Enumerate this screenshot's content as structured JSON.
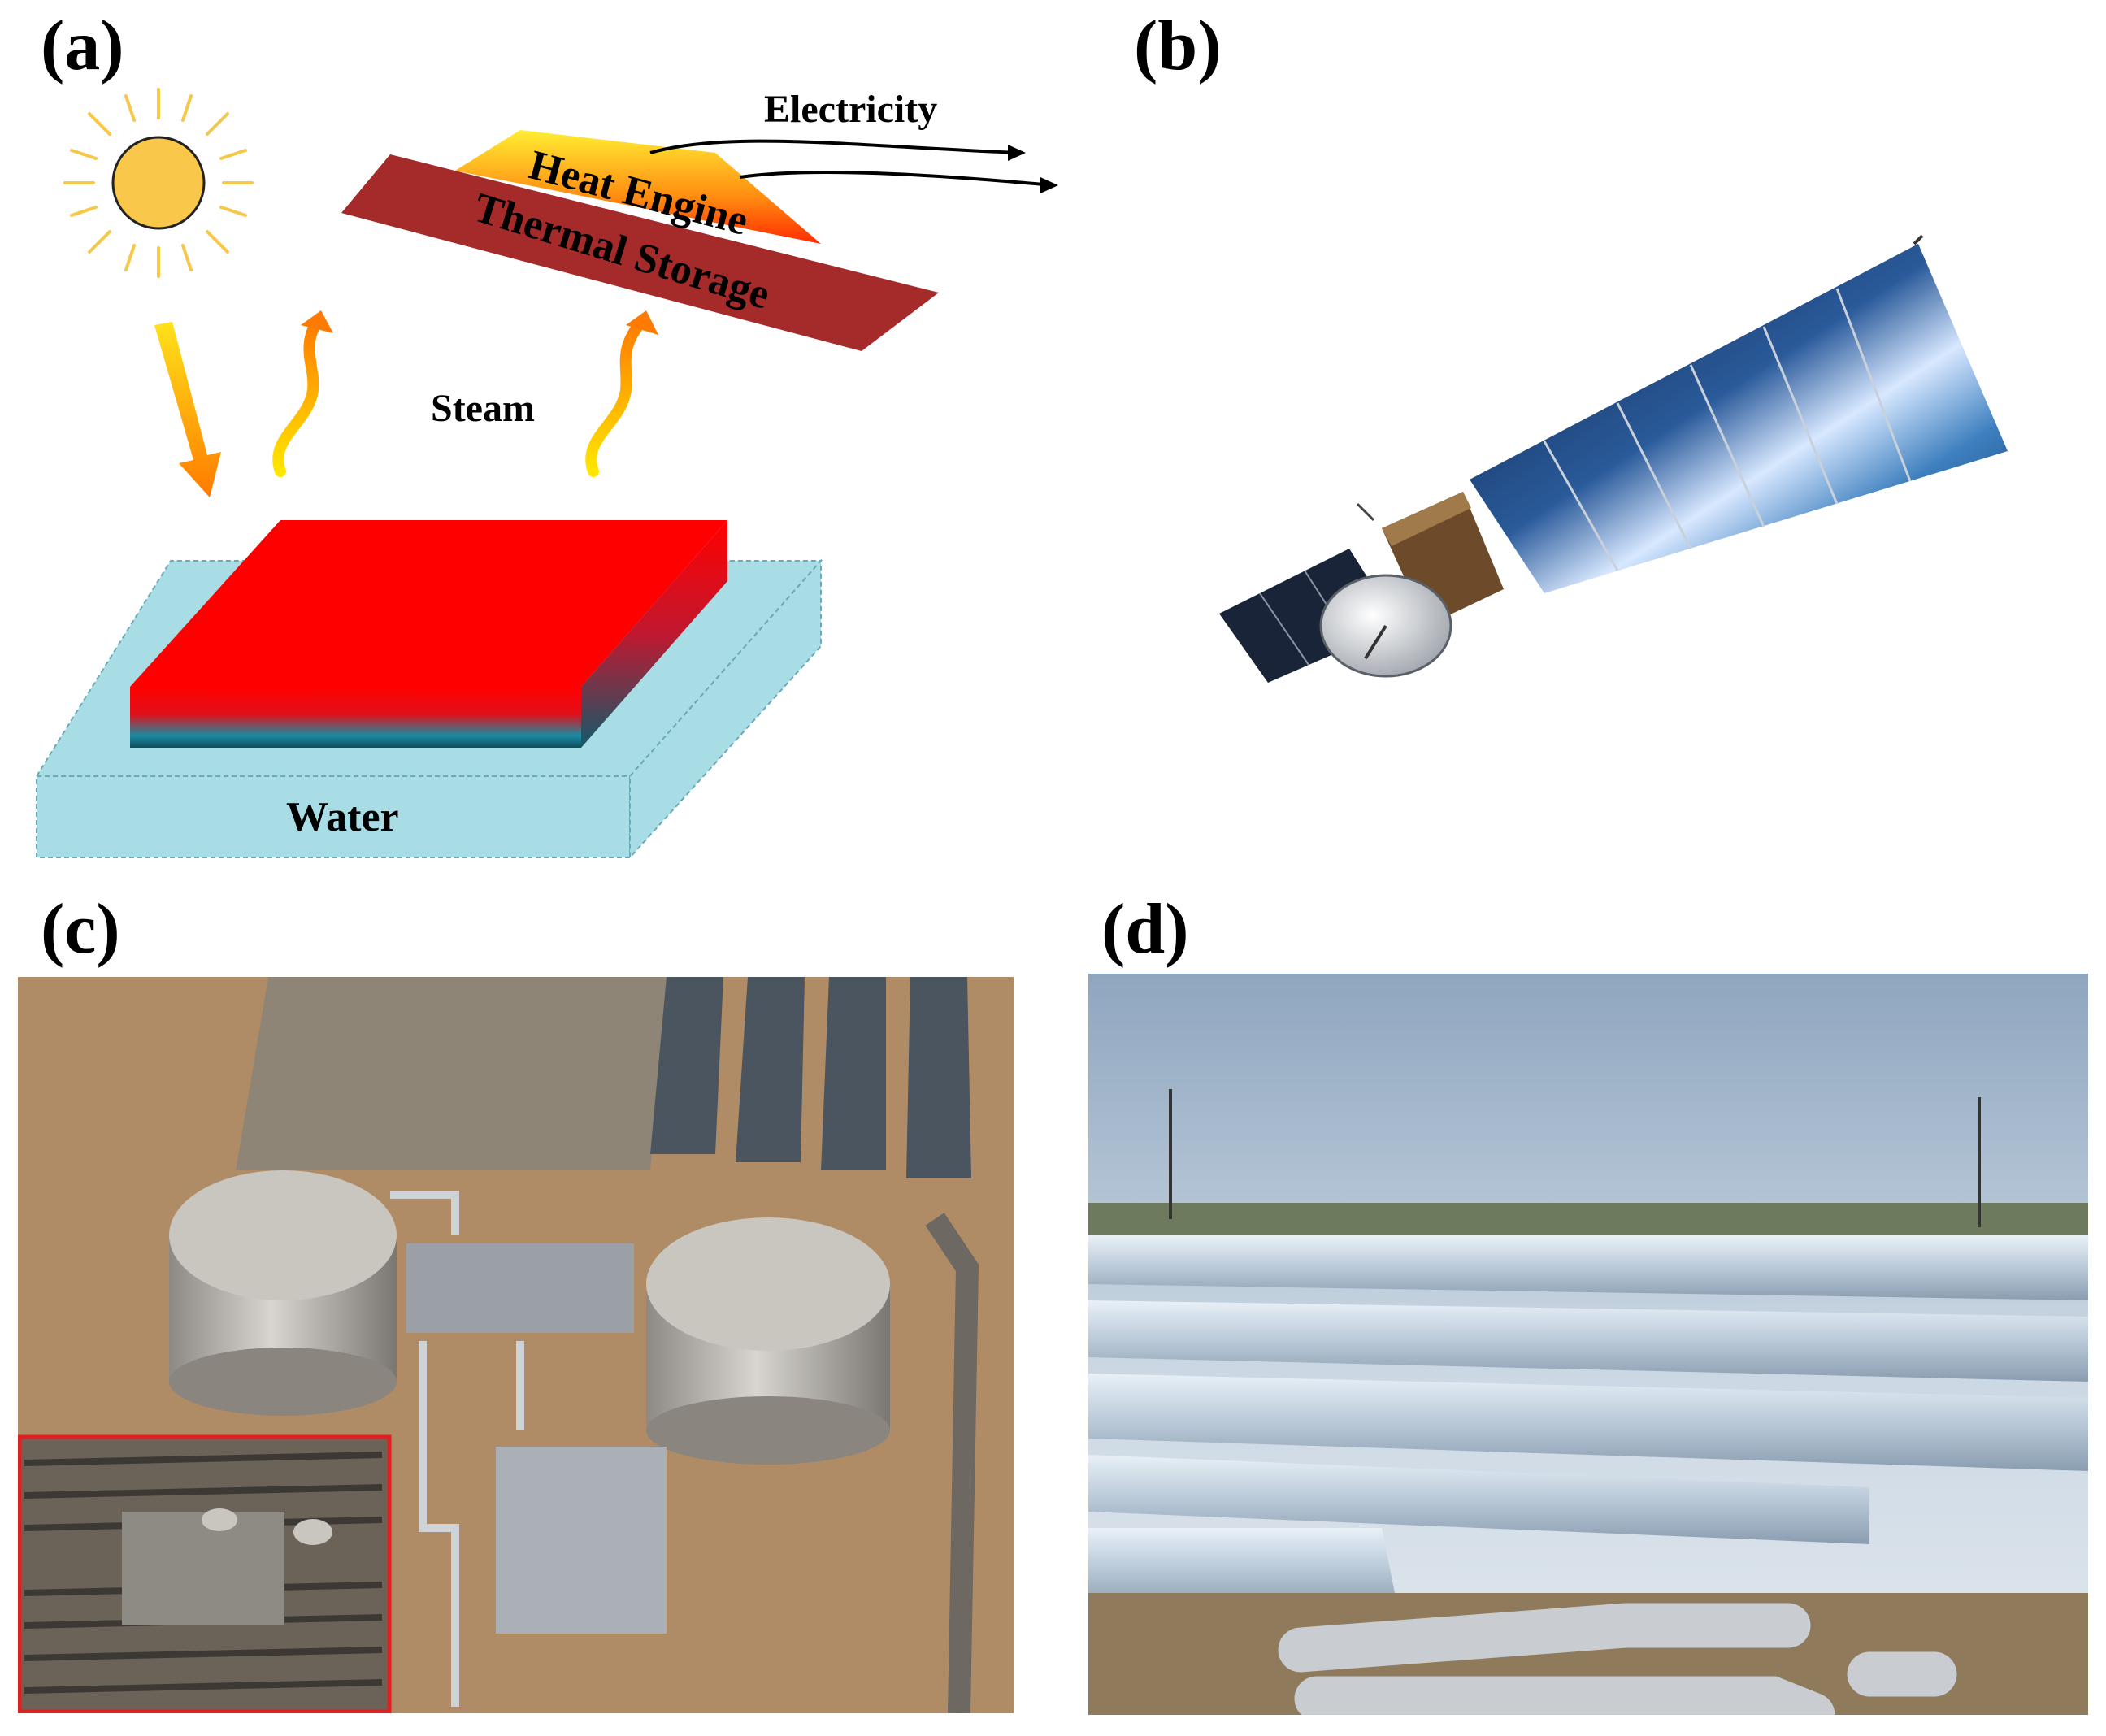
{
  "panels": {
    "a": {
      "label": "(a)",
      "electricity": "Electricity",
      "heat_engine": "Heat Engine",
      "thermal_storage": "Thermal Storage",
      "steam": "Steam",
      "water": "Water"
    },
    "b": {
      "label": "(b)"
    },
    "c": {
      "label": "(c)"
    },
    "d": {
      "label": "(d)"
    }
  },
  "colors": {
    "sun": "#f9c84a",
    "absorber": "#ff0000",
    "storage": "#a52a2a",
    "water": "#a8dde6",
    "inset_border": "#e02020"
  }
}
